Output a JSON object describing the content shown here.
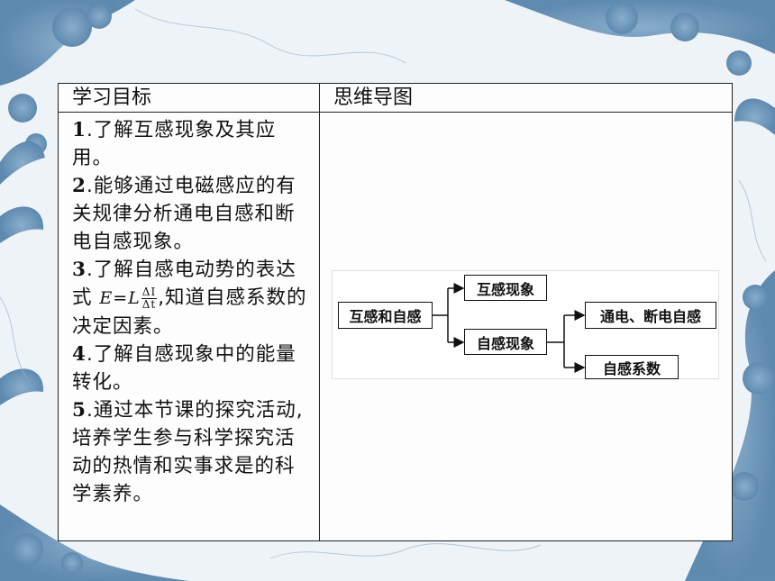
{
  "table": {
    "header_left": "学习目标",
    "header_right": "思维导图"
  },
  "objectives": [
    {
      "num": "1",
      "text": ".了解互感现象及其应用。"
    },
    {
      "num": "2",
      "text": ".能够通过电磁感应的有关规律分析通电自感和断电自感现象。"
    },
    {
      "num": "3",
      "text_before": ".了解自感电动势的表达式",
      "formula_lhs": "E=L",
      "frac_num": "ΔI",
      "frac_den": "Δt",
      "text_after": ",知道自感系数的决定因素。"
    },
    {
      "num": "4",
      "text": ".了解自感现象中的能量转化。"
    },
    {
      "num": "5",
      "text": ".通过本节课的探究活动,培养学生参与科学探究活动的热情和实事求是的科学素养。"
    }
  ],
  "mindmap": {
    "root": "互感和自感",
    "branch_mutual": "互感现象",
    "branch_self": "自感现象",
    "leaf_on_off": "通电、断电自感",
    "leaf_coefficient": "自感系数"
  }
}
